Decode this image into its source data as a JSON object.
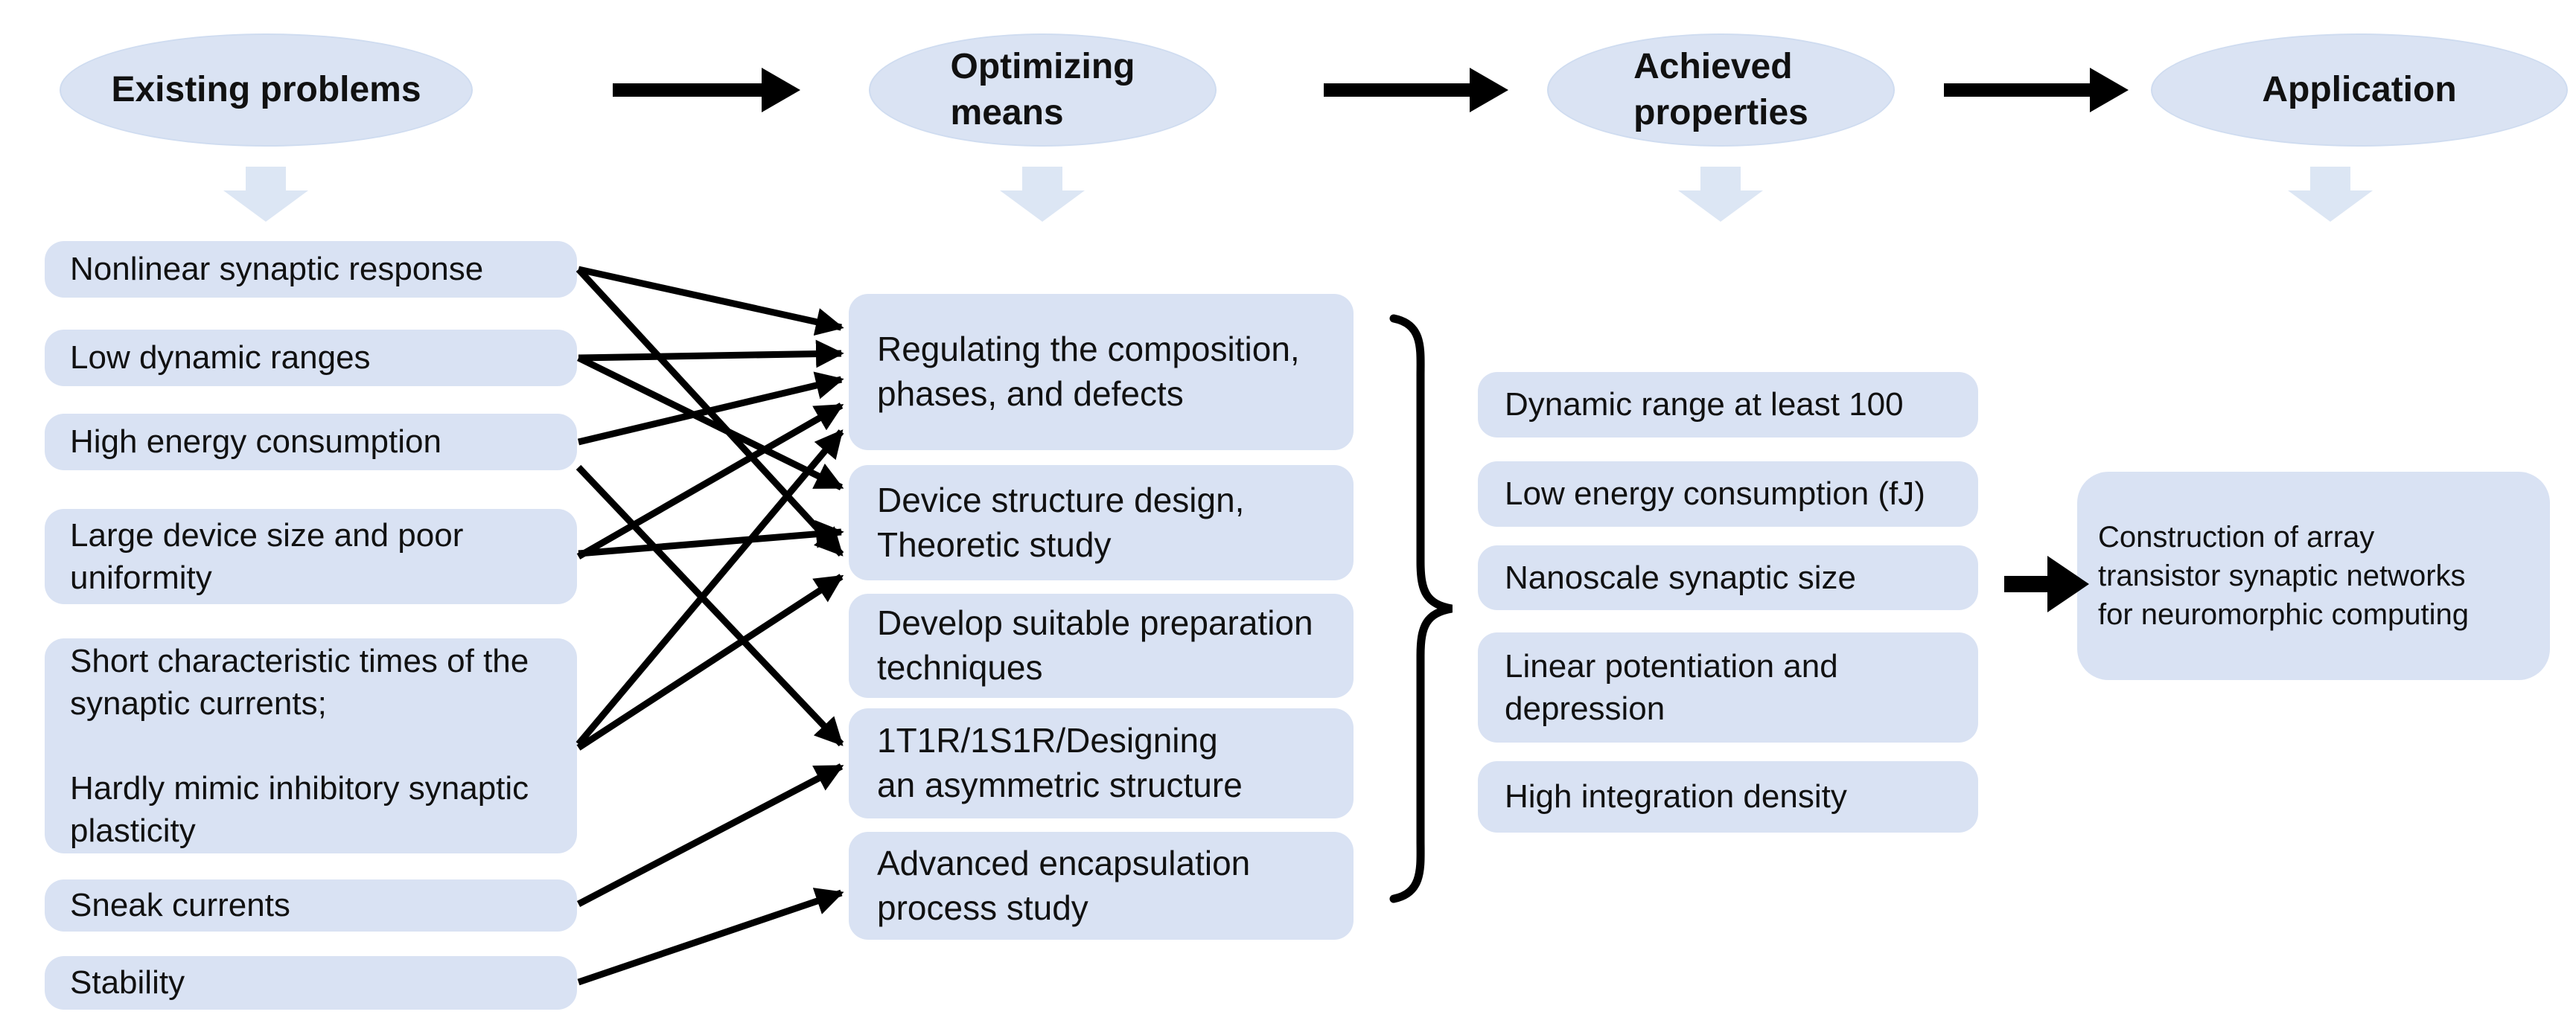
{
  "colors": {
    "node_fill": "#d9e2f3",
    "ellipse_fill": "#dae3f3",
    "block_arrow_fill": "#dce6f4",
    "arrow_black": "#000000",
    "text": "#111111"
  },
  "stages": [
    {
      "label": "Existing problems"
    },
    {
      "label": "Optimizing\nmeans"
    },
    {
      "label": "Achieved\nproperties"
    },
    {
      "label": "Application"
    }
  ],
  "problems": [
    {
      "text": "Nonlinear synaptic response"
    },
    {
      "text": "Low dynamic ranges"
    },
    {
      "text": "High energy consumption"
    },
    {
      "text": "Large device size and poor\nuniformity"
    },
    {
      "text": "Short characteristic times of the\nsynaptic currents;\n\nHardly mimic inhibitory synaptic\nplasticity"
    },
    {
      "text": "Sneak currents"
    },
    {
      "text": "Stability"
    }
  ],
  "means": [
    {
      "text": "Regulating the composition,\nphases, and defects"
    },
    {
      "text": "Device structure design,\nTheoretic study"
    },
    {
      "text": "Develop suitable preparation\ntechniques"
    },
    {
      "text": "1T1R/1S1R/Designing\nan asymmetric structure"
    },
    {
      "text": "Advanced encapsulation\nprocess study"
    }
  ],
  "properties": [
    {
      "text": "Dynamic range at least 100"
    },
    {
      "text": "Low energy consumption (fJ)"
    },
    {
      "text": "Nanoscale synaptic size"
    },
    {
      "text": "Linear potentiation and\ndepression"
    },
    {
      "text": "High integration density"
    }
  ],
  "application": {
    "text": "Construction of array\ntransistor synaptic networks\nfor neuromorphic computing"
  }
}
